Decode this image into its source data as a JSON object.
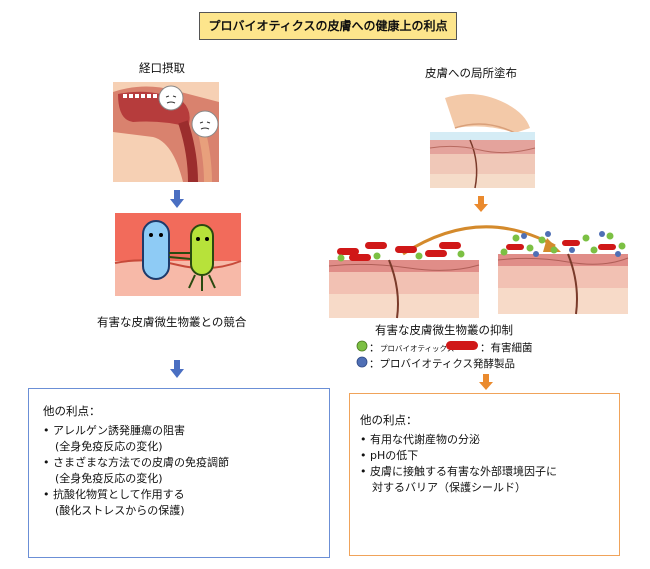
{
  "title": "プロバイオティクスの皮膚への健康上の利点",
  "left": {
    "heading": "経口摂取",
    "caption": "有害な皮膚微生物叢との競合",
    "box": {
      "heading": "他の利点：",
      "items": [
        {
          "text": "アレルゲン誘発腫瘍の阻害",
          "sub": "(全身免疫反応の変化)"
        },
        {
          "text": "さまざまな方法での皮膚の免疫調節",
          "sub": "(全身免疫反応の変化)"
        },
        {
          "text": "抗酸化物質として作用する",
          "sub": "(酸化ストレスからの保護)"
        }
      ]
    }
  },
  "right": {
    "heading": "皮膚への局所塗布",
    "caption": "有害な皮膚微生物叢の抑制",
    "legend": {
      "probiotics": "プロバイオティックス",
      "harmful": "：有害細菌",
      "product": "：プロバイオティクス発酵製品",
      "colon": "："
    },
    "box": {
      "heading": "他の利点：",
      "items": [
        {
          "text": "有用な代謝産物の分泌"
        },
        {
          "text": "pHの低下"
        },
        {
          "text": "皮膚に接触する有害な外部環境因子に",
          "sub": "対するバリア（保護シールド）"
        }
      ]
    }
  },
  "colors": {
    "title_bg": "#fde58c",
    "blue_arrow": "#4a6fc2",
    "orange_arrow": "#ea8a2e",
    "blue_border": "#6b8fd6",
    "orange_border": "#f0a35a",
    "probiotic_green": "#7cc043",
    "harmful_red": "#d01818",
    "product_blue": "#4f6fb5"
  }
}
